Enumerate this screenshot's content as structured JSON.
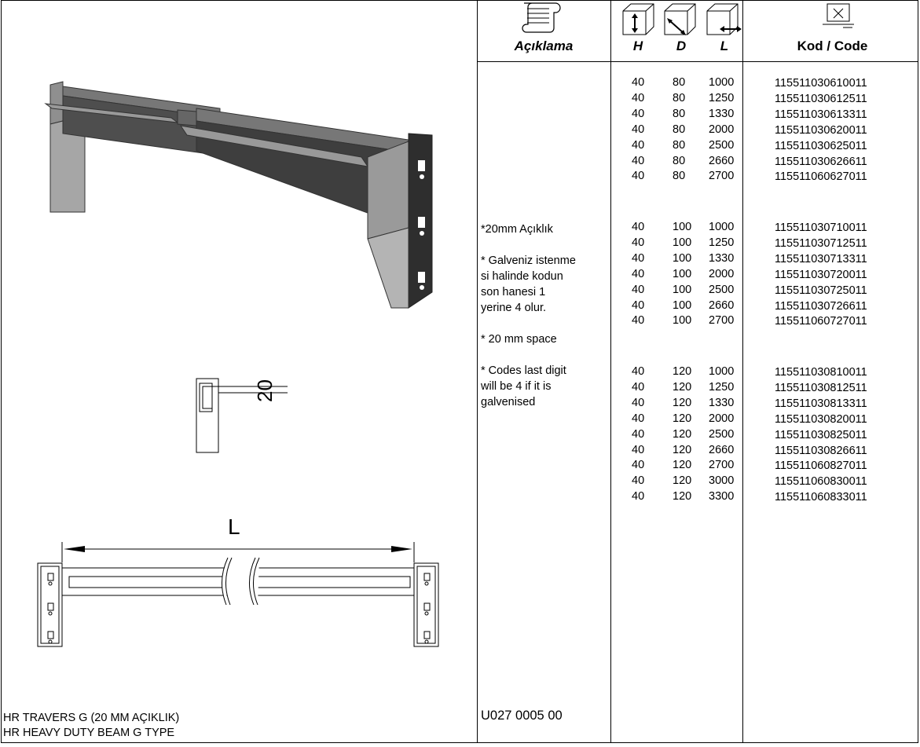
{
  "header": {
    "description_label": "Açıklama",
    "h_label": "H",
    "d_label": "D",
    "l_label": "L",
    "code_label": "Kod / Code"
  },
  "drawing": {
    "dimension_20": "20",
    "dimension_L": "L"
  },
  "description": {
    "lines": [
      "*20mm Açıklık",
      "",
      "* Galveniz istenme",
      "si halinde kodun",
      "son hanesi 1",
      "yerine 4 olur.",
      "",
      "* 20 mm space",
      "",
      "* Codes last digit",
      "will be 4 if it is",
      "galvenised"
    ]
  },
  "table": {
    "groups": [
      {
        "rows": [
          {
            "h": "40",
            "d": "80",
            "l": "1000",
            "code": "115511030610011"
          },
          {
            "h": "40",
            "d": "80",
            "l": "1250",
            "code": "115511030612511"
          },
          {
            "h": "40",
            "d": "80",
            "l": "1330",
            "code": "115511030613311"
          },
          {
            "h": "40",
            "d": "80",
            "l": "2000",
            "code": "115511030620011"
          },
          {
            "h": "40",
            "d": "80",
            "l": "2500",
            "code": "115511030625011"
          },
          {
            "h": "40",
            "d": "80",
            "l": "2660",
            "code": "115511030626611"
          },
          {
            "h": "40",
            "d": "80",
            "l": "2700",
            "code": "115511060627011"
          }
        ]
      },
      {
        "rows": [
          {
            "h": "40",
            "d": "100",
            "l": "1000",
            "code": "115511030710011"
          },
          {
            "h": "40",
            "d": "100",
            "l": "1250",
            "code": "115511030712511"
          },
          {
            "h": "40",
            "d": "100",
            "l": "1330",
            "code": "115511030713311"
          },
          {
            "h": "40",
            "d": "100",
            "l": "2000",
            "code": "115511030720011"
          },
          {
            "h": "40",
            "d": "100",
            "l": "2500",
            "code": "115511030725011"
          },
          {
            "h": "40",
            "d": "100",
            "l": "2660",
            "code": "115511030726611"
          },
          {
            "h": "40",
            "d": "100",
            "l": "2700",
            "code": "115511060727011"
          }
        ]
      },
      {
        "rows": [
          {
            "h": "40",
            "d": "120",
            "l": "1000",
            "code": "115511030810011"
          },
          {
            "h": "40",
            "d": "120",
            "l": "1250",
            "code": "115511030812511"
          },
          {
            "h": "40",
            "d": "120",
            "l": "1330",
            "code": "115511030813311"
          },
          {
            "h": "40",
            "d": "120",
            "l": "2000",
            "code": "115511030820011"
          },
          {
            "h": "40",
            "d": "120",
            "l": "2500",
            "code": "115511030825011"
          },
          {
            "h": "40",
            "d": "120",
            "l": "2660",
            "code": "115511030826611"
          },
          {
            "h": "40",
            "d": "120",
            "l": "2700",
            "code": "115511060827011"
          },
          {
            "h": "40",
            "d": "120",
            "l": "3000",
            "code": "115511060830011"
          },
          {
            "h": "40",
            "d": "120",
            "l": "3300",
            "code": "115511060833011"
          }
        ]
      }
    ]
  },
  "footer": {
    "title_tr": "HR TRAVERS G (20 MM AÇIKLIK)",
    "title_en": "HR HEAVY DUTY BEAM G TYPE",
    "document_code": "U027 0005 00"
  },
  "icons": {
    "description": "scroll-icon",
    "height": "box-height-icon",
    "depth": "box-depth-icon",
    "length": "box-length-icon",
    "code": "computer-icon"
  }
}
